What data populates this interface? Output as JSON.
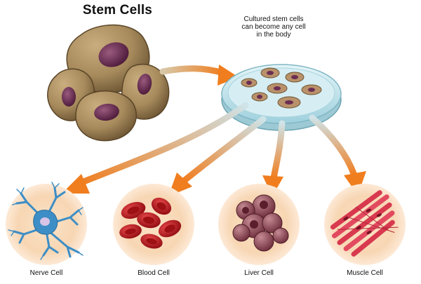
{
  "diagram": {
    "title": "Stem Cells",
    "caption_lines": [
      "Cultured stem cells",
      "can become any cell",
      "in the body"
    ],
    "cells": [
      {
        "label": "Nerve Cell"
      },
      {
        "label": "Blood Cell"
      },
      {
        "label": "Liver Cell"
      },
      {
        "label": "Muscle Cell"
      }
    ]
  },
  "colors": {
    "arrow": "#f07d1e",
    "stem_cell_body": "#a68a5c",
    "stem_cell_nucleus": "#6b2e52",
    "dish": "#c5e6ee",
    "halo": "#f7d6b3",
    "nerve_cell": "#3d8ec6",
    "blood_cell": "#c3151a",
    "liver_cell": "#8e4a56",
    "muscle_cell": "#d8394e"
  }
}
